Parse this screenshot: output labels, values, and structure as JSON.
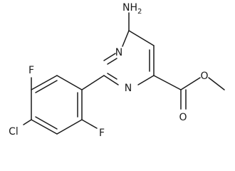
{
  "molecule": {
    "atoms": {
      "amine": "NH2",
      "ring_n_top": "N",
      "ring_n_bottom": "N",
      "fluoro_top": "F",
      "fluoro_bottom": "F",
      "chloro": "Cl",
      "carbonyl_o": "O",
      "ester_o": "O"
    }
  }
}
